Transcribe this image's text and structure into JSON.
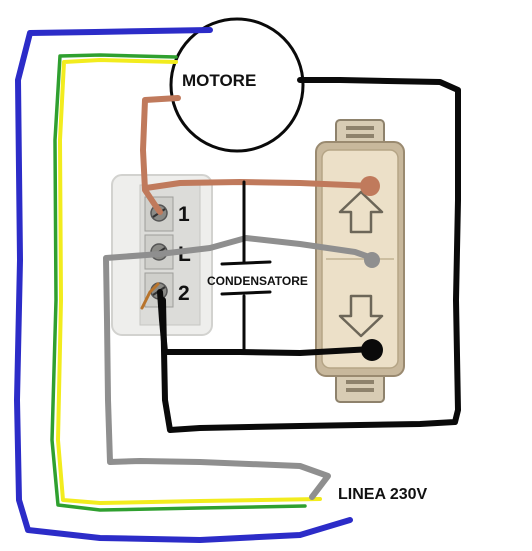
{
  "diagram": {
    "motor_label": "MOTORE",
    "capacitor_label": "CONDENSATORE",
    "line_label": "LINEA 230V",
    "terminals": [
      "1",
      "L",
      "2"
    ]
  },
  "colors": {
    "neutral_wire": "#2c2cc8",
    "earth_wire_green": "#2fa02f",
    "earth_wire_yellow": "#f2ec1e",
    "phase_wire": "#8f8f8f",
    "up_wire": "#c07a5c",
    "down_wire": "#0a0a0a",
    "switch_body": "#ece0c8",
    "switch_frame": "#c8b89c",
    "terminal_block": "#e6e6e4"
  },
  "icons": [
    "arrow-up-icon",
    "arrow-down-icon",
    "screw-icon"
  ]
}
